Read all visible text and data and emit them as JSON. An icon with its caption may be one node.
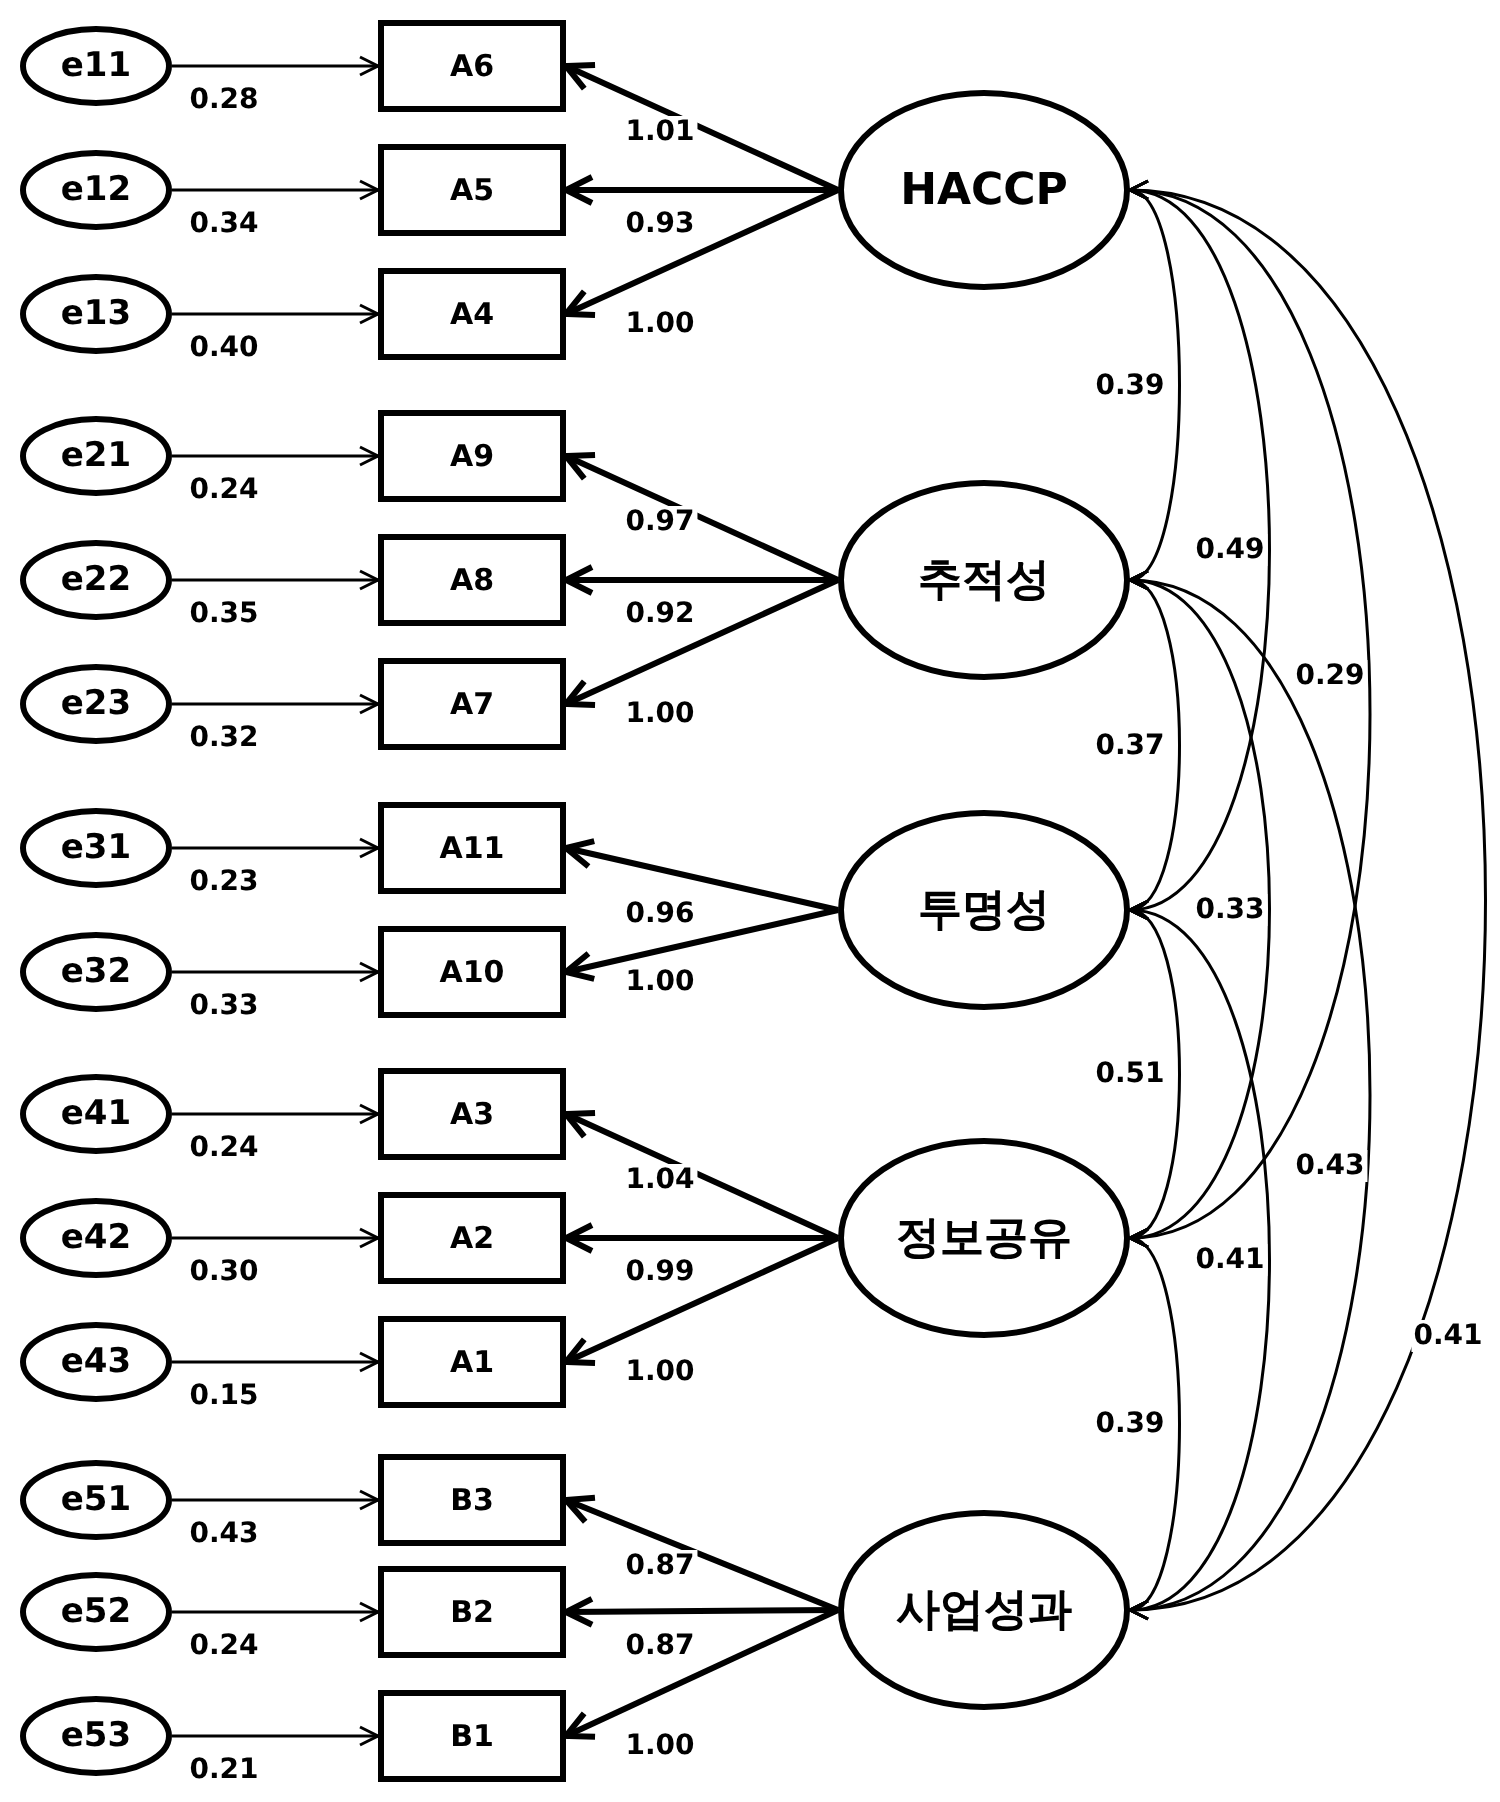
{
  "diagram": {
    "nodes": [
      {
        "text": [
          "e11"
        ]
      },
      {
        "text": [
          "A6"
        ]
      },
      {
        "text": [
          "e12"
        ]
      },
      {
        "text": [
          "A5"
        ]
      },
      {
        "text": [
          "e13"
        ]
      },
      {
        "text": [
          "A4"
        ]
      },
      {
        "text": [
          "HACCP"
        ]
      },
      {
        "text": [
          "e21"
        ]
      },
      {
        "text": [
          "A9"
        ]
      },
      {
        "text": [
          "e22"
        ]
      },
      {
        "text": [
          "A8"
        ]
      },
      {
        "text": [
          "e23"
        ]
      },
      {
        "text": [
          "A7"
        ]
      },
      {
        "text": [
          "추적성"
        ]
      },
      {
        "text": [
          "e31"
        ]
      },
      {
        "text": [
          "A11"
        ]
      },
      {
        "text": [
          "e32"
        ]
      },
      {
        "text": [
          "A10"
        ]
      },
      {
        "text": [
          "투명성"
        ]
      },
      {
        "text": [
          "e41"
        ]
      },
      {
        "text": [
          "A3"
        ]
      },
      {
        "text": [
          "e42"
        ]
      },
      {
        "text": [
          "A2"
        ]
      },
      {
        "text": [
          "e43"
        ]
      },
      {
        "text": [
          "A1"
        ]
      },
      {
        "text": [
          "정보공유"
        ]
      },
      {
        "text": [
          "e51"
        ]
      },
      {
        "text": [
          "B3"
        ]
      },
      {
        "text": [
          "e52"
        ]
      },
      {
        "text": [
          "B2"
        ]
      },
      {
        "text": [
          "e53"
        ]
      },
      {
        "text": [
          "B1"
        ]
      },
      {
        "text": [
          "사업성과"
        ]
      }
    ],
    "edges": [
      {
        "from": 0,
        "to": 1,
        "arrow": "to",
        "label": "0.28"
      },
      {
        "from": 2,
        "to": 3,
        "arrow": "to",
        "label": "0.34"
      },
      {
        "from": 4,
        "to": 5,
        "arrow": "to",
        "label": "0.40"
      },
      {
        "from": 7,
        "to": 8,
        "arrow": "to",
        "label": "0.24"
      },
      {
        "from": 9,
        "to": 10,
        "arrow": "to",
        "label": "0.35"
      },
      {
        "from": 11,
        "to": 12,
        "arrow": "to",
        "label": "0.32"
      },
      {
        "from": 14,
        "to": 15,
        "arrow": "to",
        "label": "0.23"
      },
      {
        "from": 16,
        "to": 17,
        "arrow": "to",
        "label": "0.33"
      },
      {
        "from": 19,
        "to": 20,
        "arrow": "to",
        "label": "0.24"
      },
      {
        "from": 21,
        "to": 22,
        "arrow": "to",
        "label": "0.30"
      },
      {
        "from": 23,
        "to": 24,
        "arrow": "to",
        "label": "0.15"
      },
      {
        "from": 26,
        "to": 27,
        "arrow": "to",
        "label": "0.43"
      },
      {
        "from": 28,
        "to": 29,
        "arrow": "to",
        "label": "0.24"
      },
      {
        "from": 30,
        "to": 31,
        "arrow": "to",
        "label": "0.21"
      },
      {
        "from": 6,
        "to": 1,
        "arrow": "to",
        "label": "1.01",
        "style": "thick"
      },
      {
        "from": 6,
        "to": 3,
        "arrow": "to",
        "label": "0.93",
        "style": "thick"
      },
      {
        "from": 6,
        "to": 5,
        "arrow": "to",
        "label": "1.00",
        "style": "thick"
      },
      {
        "from": 13,
        "to": 8,
        "arrow": "to",
        "label": "0.97",
        "style": "thick"
      },
      {
        "from": 13,
        "to": 10,
        "arrow": "to",
        "label": "0.92",
        "style": "thick"
      },
      {
        "from": 13,
        "to": 12,
        "arrow": "to",
        "label": "1.00",
        "style": "thick"
      },
      {
        "from": 18,
        "to": 15,
        "arrow": "to",
        "label": "0.96",
        "style": "thick"
      },
      {
        "from": 18,
        "to": 17,
        "arrow": "to",
        "label": "1.00",
        "style": "thick"
      },
      {
        "from": 25,
        "to": 20,
        "arrow": "to",
        "label": "1.04",
        "style": "thick"
      },
      {
        "from": 25,
        "to": 22,
        "arrow": "to",
        "label": "0.99",
        "style": "thick"
      },
      {
        "from": 25,
        "to": 24,
        "arrow": "to",
        "label": "1.00",
        "style": "thick"
      },
      {
        "from": 32,
        "to": 27,
        "arrow": "to",
        "label": "0.87",
        "style": "thick"
      },
      {
        "from": 32,
        "to": 29,
        "arrow": "to",
        "label": "0.87",
        "style": "thick"
      },
      {
        "from": 32,
        "to": 31,
        "arrow": "to",
        "label": "1.00",
        "style": "thick"
      },
      {
        "from": 6,
        "to": 13,
        "arrow": "both",
        "label": "0.39"
      },
      {
        "from": 6,
        "to": 18,
        "arrow": "both",
        "label": "0.49"
      },
      {
        "from": 6,
        "to": 25,
        "arrow": "both",
        "label": "0.29"
      },
      {
        "from": 6,
        "to": 32,
        "arrow": "both",
        "label": "0.41"
      },
      {
        "from": 13,
        "to": 18,
        "arrow": "both",
        "label": "0.37"
      },
      {
        "from": 13,
        "to": 25,
        "arrow": "both",
        "label": "0.33"
      },
      {
        "from": 13,
        "to": 32,
        "arrow": "both",
        "label": "0.43"
      },
      {
        "from": 18,
        "to": 25,
        "arrow": "both",
        "label": "0.51"
      },
      {
        "from": 18,
        "to": 32,
        "arrow": "both",
        "label": "0.41"
      },
      {
        "from": 25,
        "to": 32,
        "arrow": "both",
        "label": "0.39"
      }
    ]
  }
}
